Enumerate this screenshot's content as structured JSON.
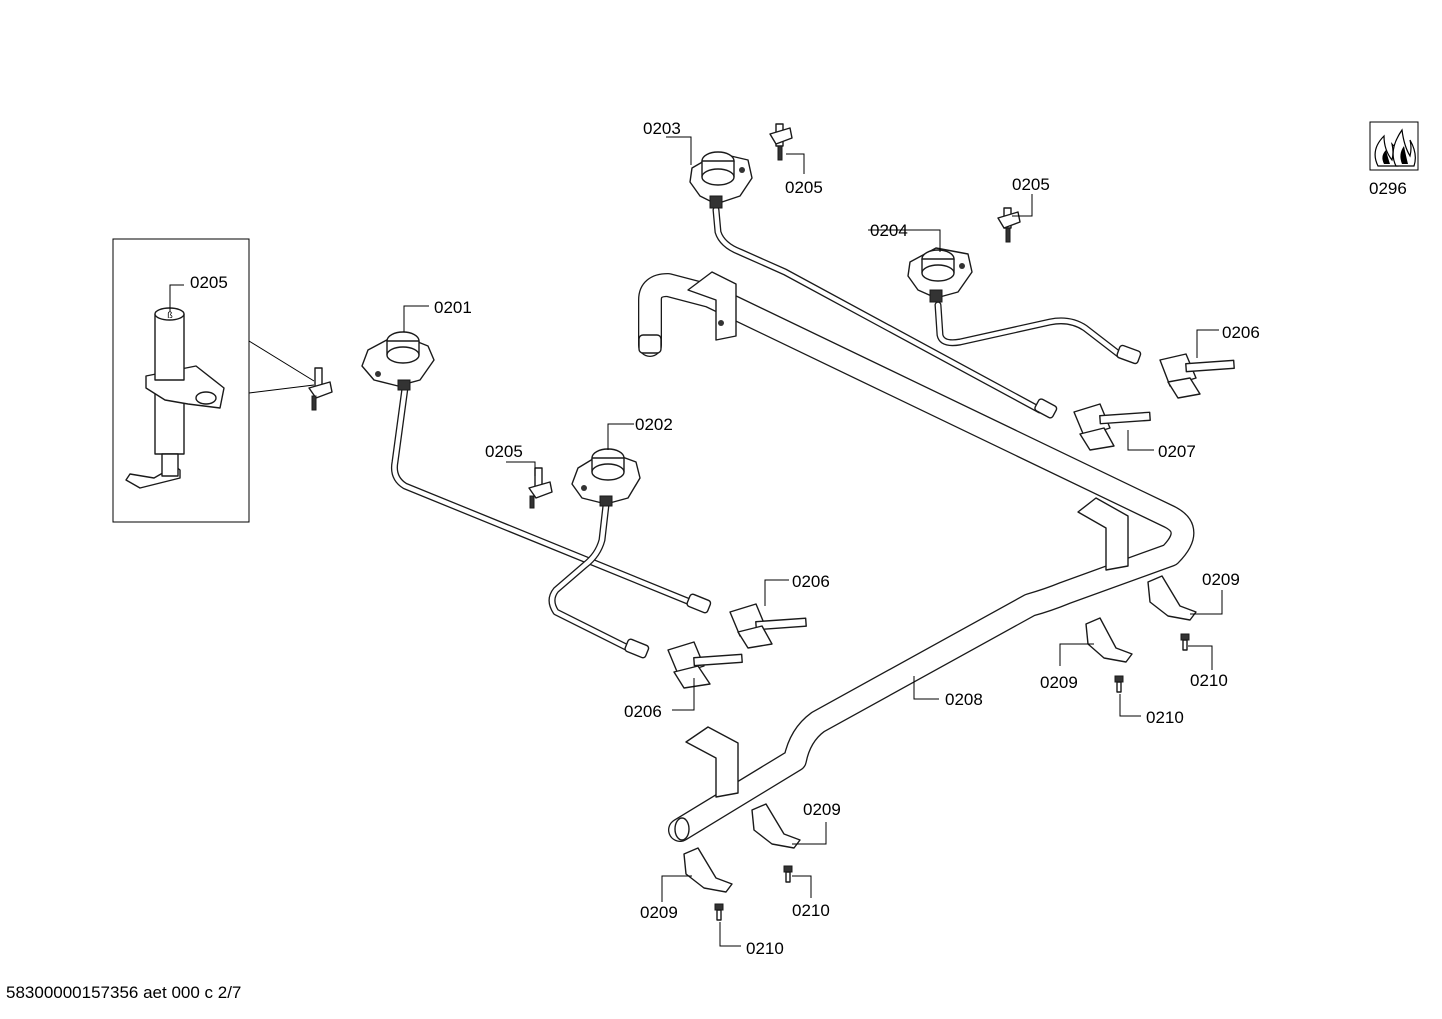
{
  "labels": {
    "l0201": "0201",
    "l0202": "0202",
    "l0203": "0203",
    "l0204": "0204",
    "l0205a": "0205",
    "l0205b": "0205",
    "l0205c": "0205",
    "l0205d": "0205",
    "l0206a": "0206",
    "l0206b": "0206",
    "l0206c": "0206",
    "l0207": "0207",
    "l0208": "0208",
    "l0209a": "0209",
    "l0209b": "0209",
    "l0209c": "0209",
    "l0209d": "0209",
    "l0210a": "0210",
    "l0210b": "0210",
    "l0210c": "0210",
    "l0210d": "0210",
    "l0296": "0296"
  },
  "footer": "58300000157356 aet 000 c 2/7"
}
